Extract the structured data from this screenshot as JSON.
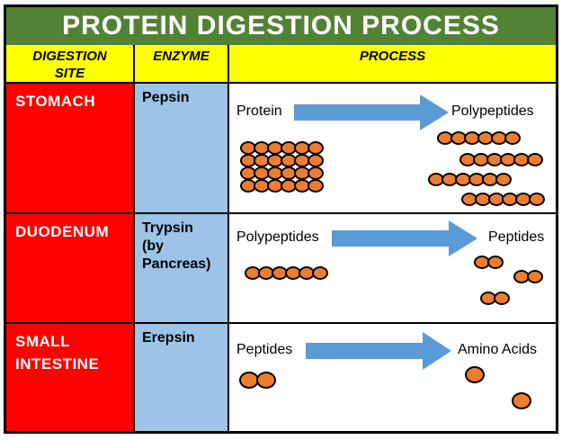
{
  "title": "PROTEIN DIGESTION PROCESS",
  "colors": {
    "title_bg": "#548235",
    "title_text": "#FFFFFF",
    "header_bg": "#FFFF00",
    "header_text": "#000000",
    "site_bg": "#FF0000",
    "site_text": "#FFFFFF",
    "enzyme_bg": "#9DC3E6",
    "enzyme_text": "#000000",
    "process_bg": "#FFFFFF",
    "arrow": "#5B9BD5",
    "bead_fill": "#ED7D31",
    "bead_stroke": "#000000",
    "border": "#000000"
  },
  "header": {
    "digestion_site": "DIGESTION\nSITE",
    "enzyme": "ENZYME",
    "process": "PROCESS"
  },
  "rows": [
    {
      "site": "STOMACH",
      "enzyme": "Pepsin",
      "process": {
        "from_label": "Protein",
        "to_label": "Polypeptides",
        "before_grid": {
          "rows": 4,
          "cols": 6
        },
        "after_chains": [
          6,
          6,
          6,
          6
        ]
      }
    },
    {
      "site": "DUODENUM",
      "enzyme": "Trypsin\n(by\nPancreas)",
      "process": {
        "from_label": "Polypeptides",
        "to_label": "Peptides",
        "before_chains": [
          6
        ],
        "after_chains": [
          2,
          2,
          2
        ]
      }
    },
    {
      "site": "SMALL INTESTINE",
      "enzyme": "Erepsin",
      "process": {
        "from_label": "Peptides",
        "to_label": "Amino Acids",
        "before_chains": [
          2
        ],
        "after_singles": [
          1,
          1
        ]
      }
    }
  ]
}
